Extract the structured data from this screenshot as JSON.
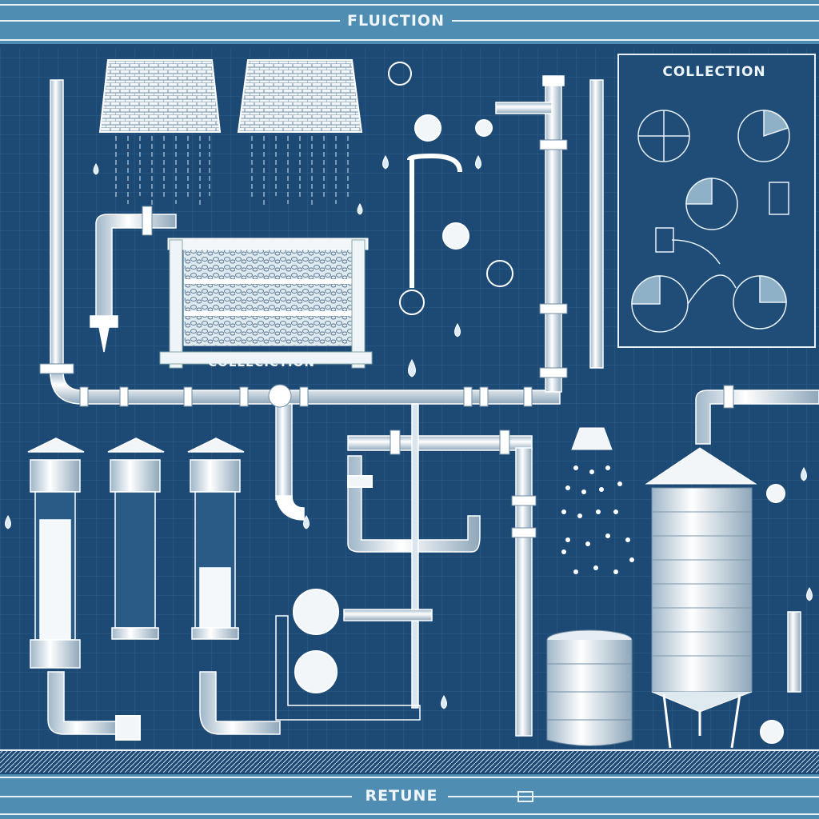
{
  "header": {
    "title": "FLUICTION"
  },
  "panel": {
    "title": "COLLECTION"
  },
  "filter_box": {
    "label": "COLLECICTION"
  },
  "footer": {
    "title": "RETUNE"
  },
  "colors": {
    "band": "#4f8db3",
    "background": "#1d4a74",
    "line": "#e8f1f7",
    "grid": "#2a5a86"
  }
}
